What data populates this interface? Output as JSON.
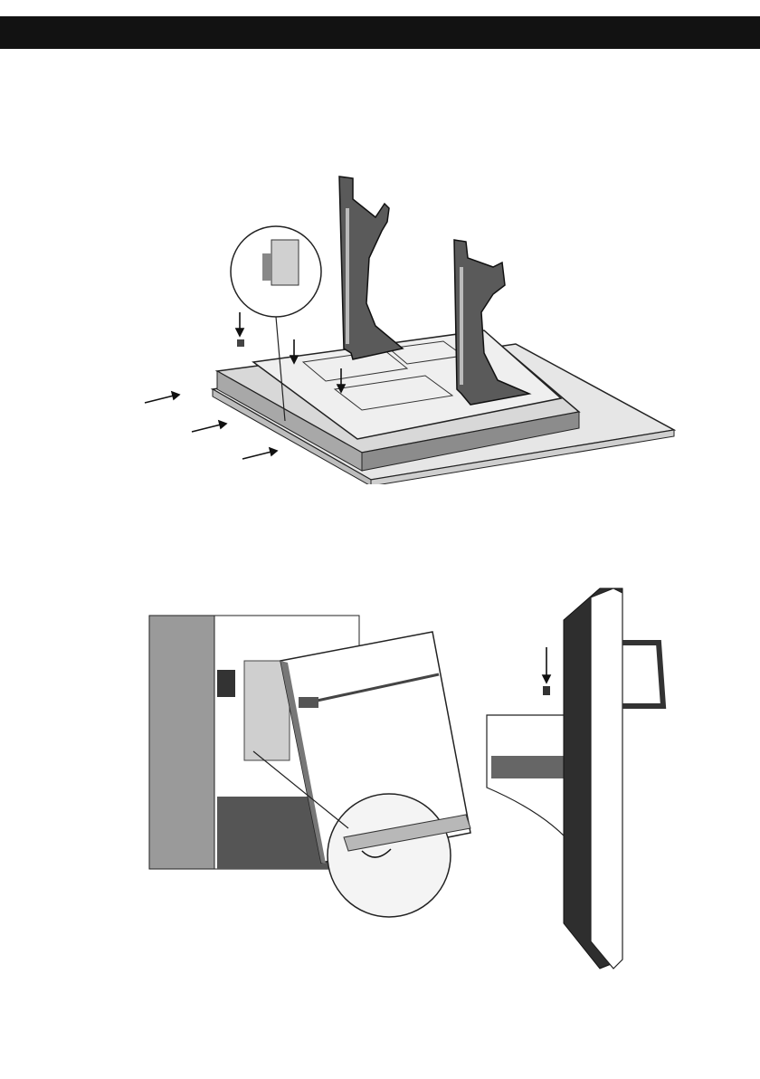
{
  "page": {
    "header_bar_color": "#121212"
  },
  "figures": [
    {
      "name": "stand-bracket-assembly",
      "icon": "assembly-illustration"
    },
    {
      "name": "drawer-panel-hinge-detail",
      "icon": "assembly-illustration"
    },
    {
      "name": "panel-side-mount-detail",
      "icon": "assembly-illustration"
    }
  ]
}
